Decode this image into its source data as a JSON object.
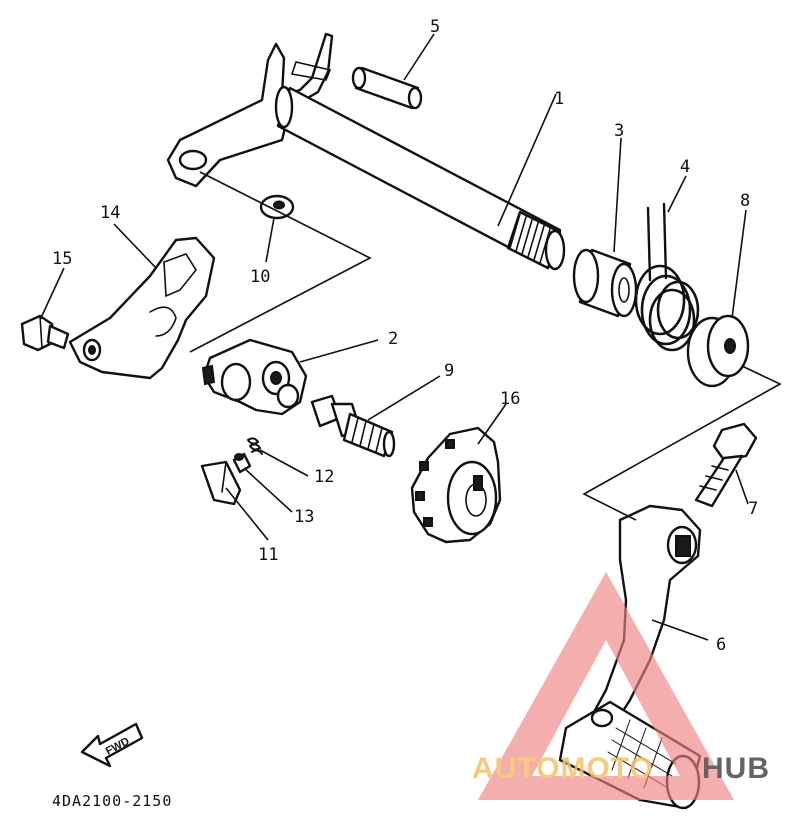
{
  "diagram": {
    "part_code": "4DA2100-2150",
    "direction_label": "FWD",
    "callouts": [
      "1",
      "2",
      "3",
      "4",
      "5",
      "6",
      "7",
      "8",
      "9",
      "10",
      "11",
      "12",
      "13",
      "14",
      "15",
      "16"
    ]
  },
  "watermark": {
    "text_left": "AUTOMOTO",
    "text_right": "HUB",
    "color_left": "#f5c26b",
    "color_right": "#4a4a4a",
    "triangle_color": "#f08080"
  }
}
